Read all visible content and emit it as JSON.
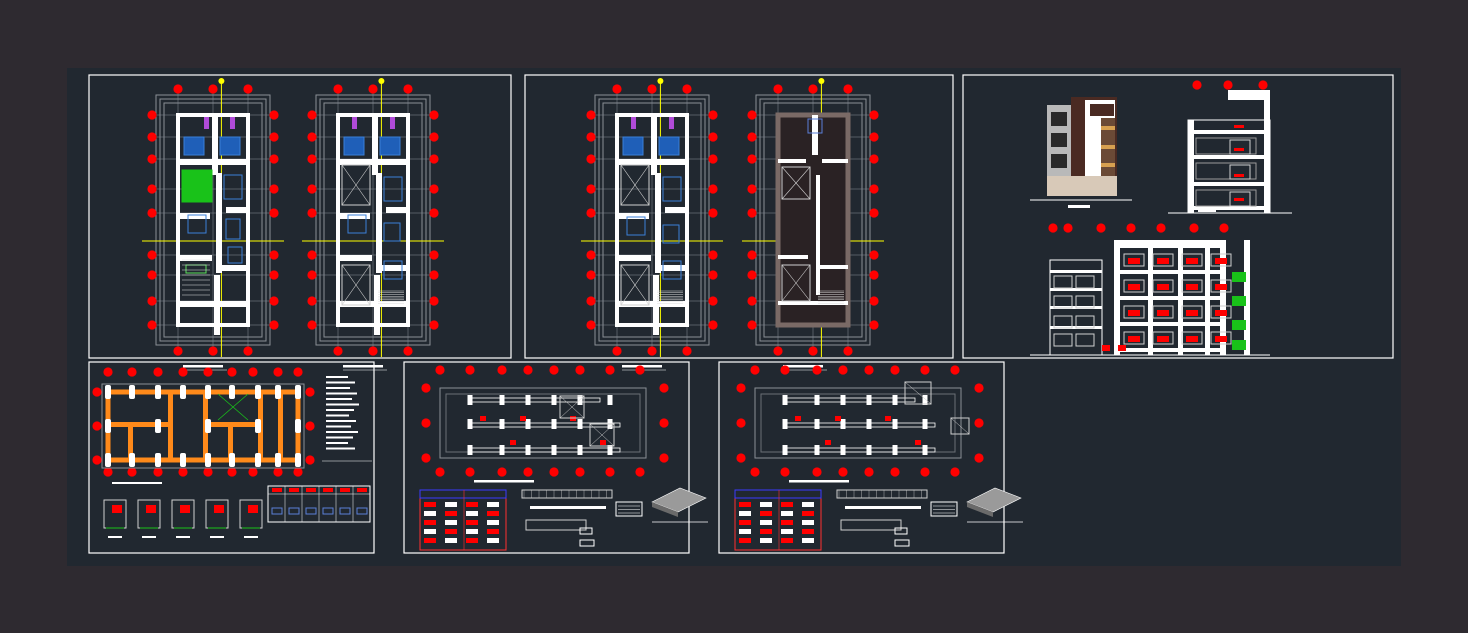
{
  "colors": {
    "outer_background": "#2e2a30",
    "model_space": "#212830",
    "sheet_frame": "#ffffff",
    "grid_bubble": "#ff0000",
    "wall_fill": "#ffffff",
    "axis_line": "#ffff00",
    "furniture": "#3a7fd9",
    "plant_fill": "#19c219",
    "accent_magenta": "#b04bd8",
    "footing_orange": "#ff8a1a",
    "dim_gray": "#8a8f96",
    "facade_brown": "#4a2a22",
    "facade_gray": "#b9b9b9"
  },
  "sheets": [
    {
      "id": "plans-floors-1-2",
      "kind": "floor-plans"
    },
    {
      "id": "plans-floors-3-roof",
      "kind": "floor-plans"
    },
    {
      "id": "elevations-sections",
      "kind": "elevations"
    },
    {
      "id": "foundation-plan",
      "kind": "foundation"
    },
    {
      "id": "structural-roof-slab-1",
      "kind": "slab"
    },
    {
      "id": "structural-roof-slab-2",
      "kind": "slab"
    }
  ],
  "icons": [
    "grid-bubble-icon",
    "north-axis-icon"
  ]
}
